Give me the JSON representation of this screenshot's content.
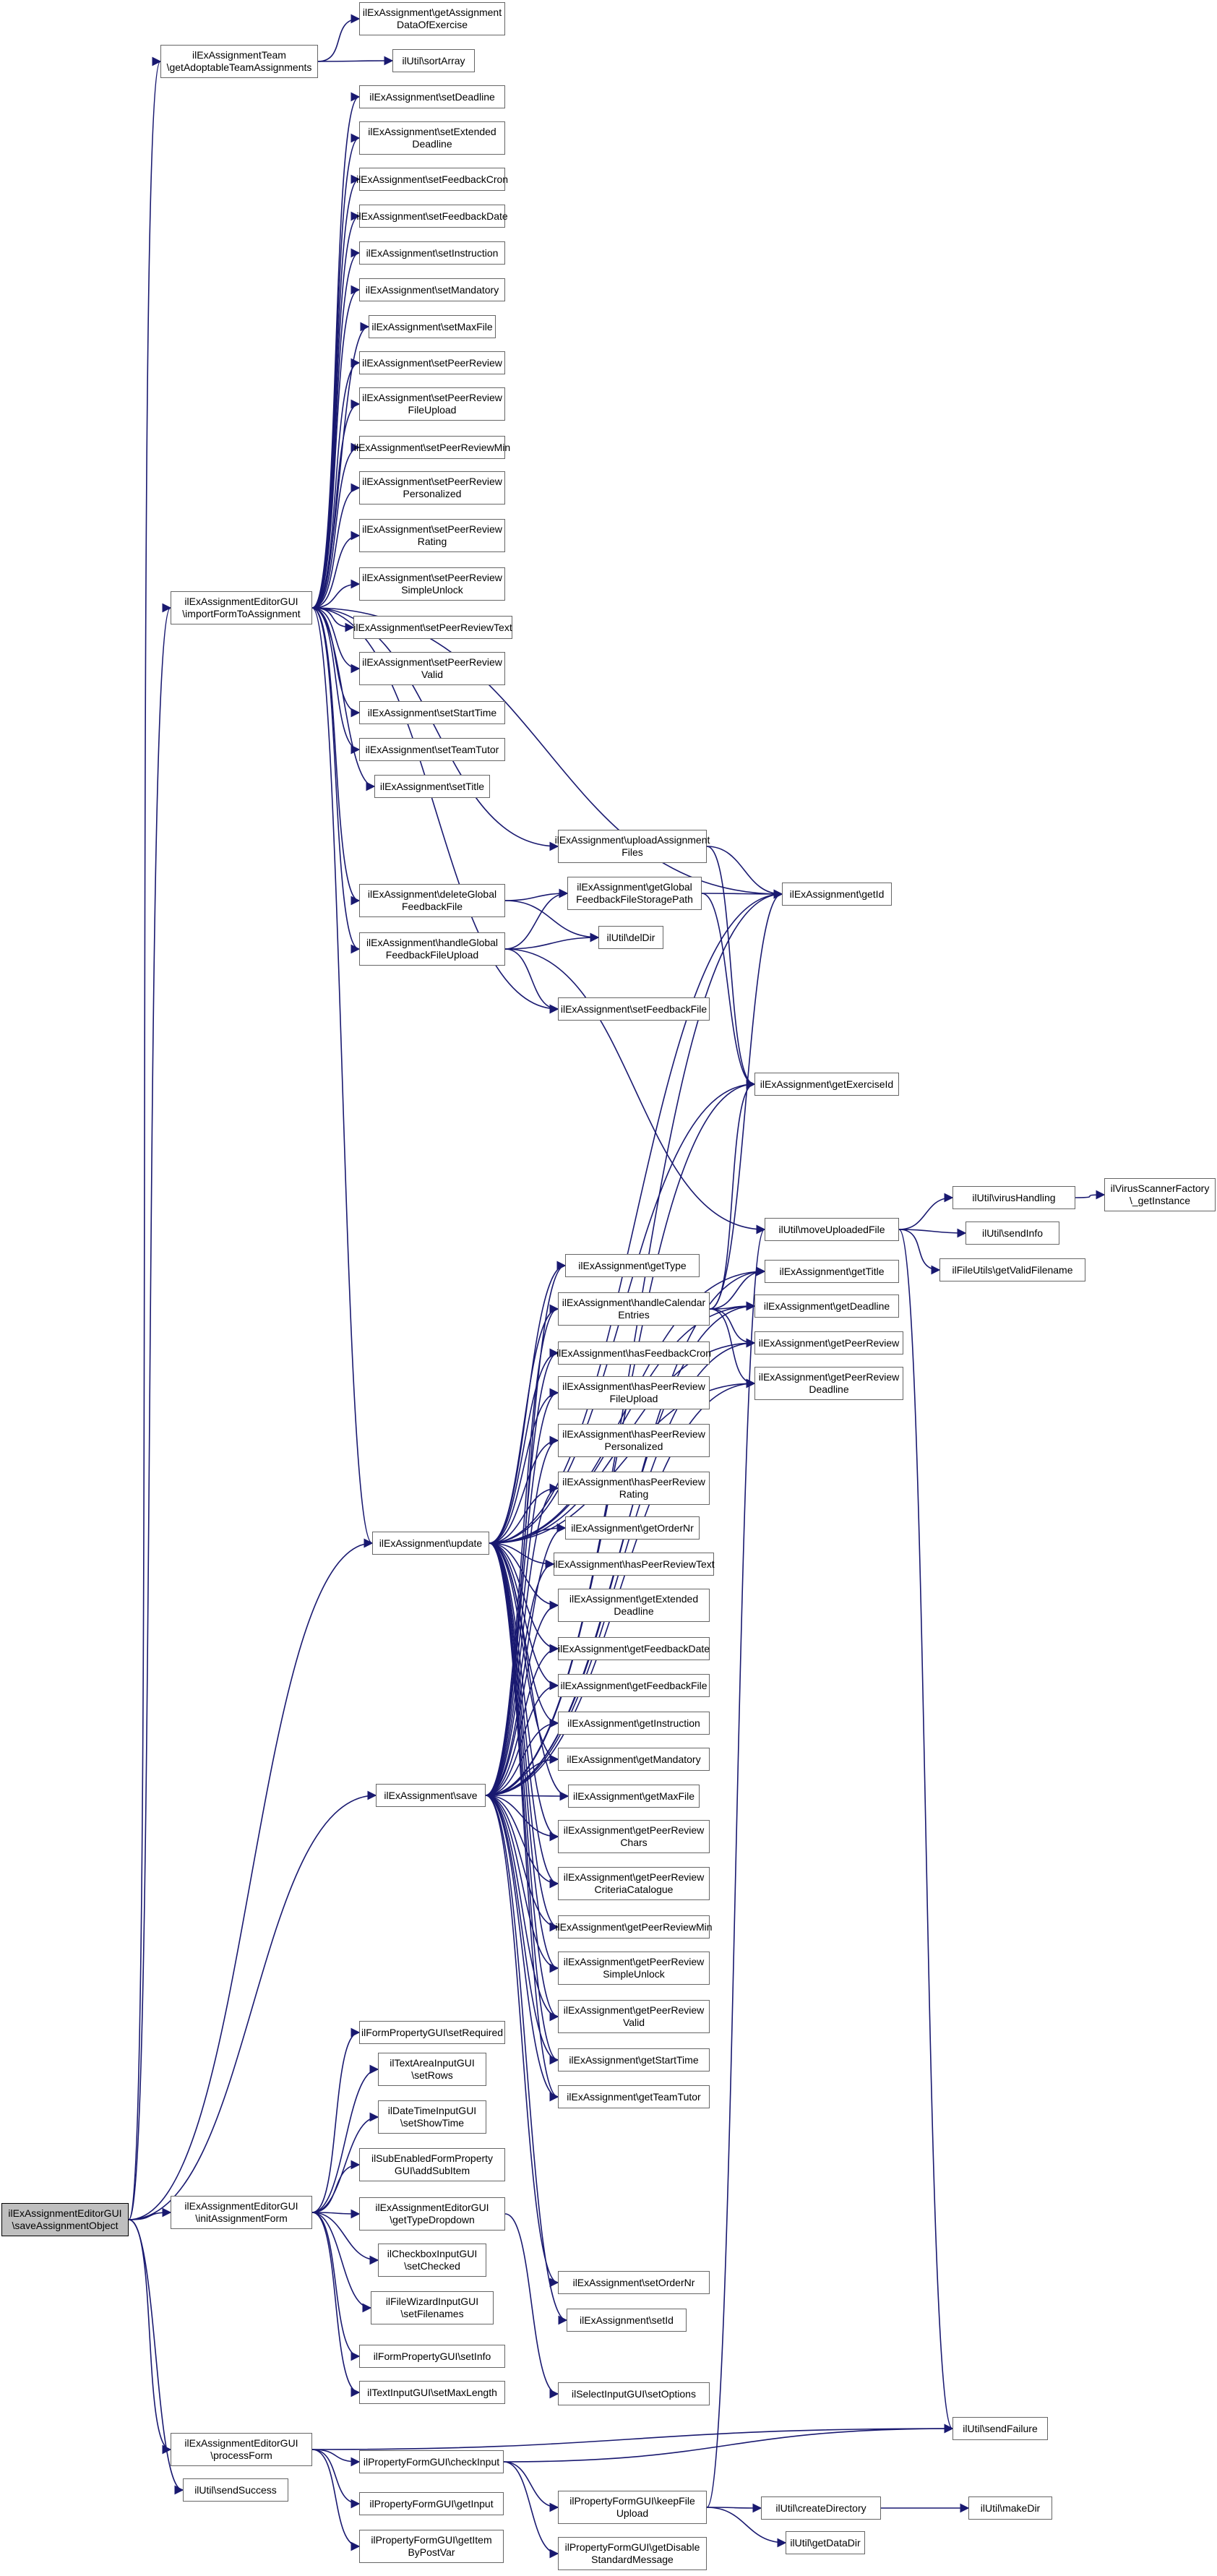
{
  "colors": {
    "edge": "#191970",
    "node_border": "#666666",
    "root_fill": "#bfbfbf",
    "node_fill": "#ffffff"
  },
  "nodes": {
    "root": [
      "ilExAssignmentEditorGUI",
      "\\saveAssignmentObject"
    ],
    "team_adoptable": [
      "ilExAssignmentTeam",
      "\\getAdoptableTeamAssignments"
    ],
    "get_assignment_data": [
      "ilExAssignment\\getAssignment",
      "DataOfExercise"
    ],
    "sort_array": [
      "ilUtil\\sortArray"
    ],
    "set_deadline": [
      "ilExAssignment\\setDeadline"
    ],
    "set_extended_deadline": [
      "ilExAssignment\\setExtended",
      "Deadline"
    ],
    "set_feedback_cron": [
      "ilExAssignment\\setFeedbackCron"
    ],
    "set_feedback_date": [
      "ilExAssignment\\setFeedbackDate"
    ],
    "set_instruction": [
      "ilExAssignment\\setInstruction"
    ],
    "set_mandatory": [
      "ilExAssignment\\setMandatory"
    ],
    "set_max_file": [
      "ilExAssignment\\setMaxFile"
    ],
    "set_peer_review": [
      "ilExAssignment\\setPeerReview"
    ],
    "set_pr_file_upload": [
      "ilExAssignment\\setPeerReview",
      "FileUpload"
    ],
    "set_pr_min": [
      "ilExAssignment\\setPeerReviewMin"
    ],
    "set_pr_personalized": [
      "ilExAssignment\\setPeerReview",
      "Personalized"
    ],
    "set_pr_rating": [
      "ilExAssignment\\setPeerReview",
      "Rating"
    ],
    "set_pr_simple_unlock": [
      "ilExAssignment\\setPeerReview",
      "SimpleUnlock"
    ],
    "set_pr_text": [
      "ilExAssignment\\setPeerReviewText"
    ],
    "set_pr_valid": [
      "ilExAssignment\\setPeerReview",
      "Valid"
    ],
    "set_start_time": [
      "ilExAssignment\\setStartTime"
    ],
    "set_team_tutor": [
      "ilExAssignment\\setTeamTutor"
    ],
    "set_title": [
      "ilExAssignment\\setTitle"
    ],
    "import_form": [
      "ilExAssignmentEditorGUI",
      "\\importFormToAssignment"
    ],
    "upload_assignment_files": [
      "ilExAssignment\\uploadAssignment",
      "Files"
    ],
    "get_id": [
      "ilExAssignment\\getId"
    ],
    "delete_global_feedback": [
      "ilExAssignment\\deleteGlobal",
      "FeedbackFile"
    ],
    "get_global_feedback_path": [
      "ilExAssignment\\getGlobal",
      "FeedbackFileStoragePath"
    ],
    "del_dir": [
      "ilUtil\\delDir"
    ],
    "handle_global_feedback": [
      "ilExAssignment\\handleGlobal",
      "FeedbackFileUpload"
    ],
    "set_feedback_file": [
      "ilExAssignment\\setFeedbackFile"
    ],
    "get_exercise_id": [
      "ilExAssignment\\getExerciseId"
    ],
    "virus_handling": [
      "ilUtil\\virusHandling"
    ],
    "virus_scanner": [
      "ilVirusScannerFactory",
      "\\_getInstance"
    ],
    "move_uploaded_file": [
      "ilUtil\\moveUploadedFile"
    ],
    "send_info": [
      "ilUtil\\sendInfo"
    ],
    "get_valid_filename": [
      "ilFileUtils\\getValidFilename"
    ],
    "get_type": [
      "ilExAssignment\\getType"
    ],
    "get_title": [
      "ilExAssignment\\getTitle"
    ],
    "handle_calendar": [
      "ilExAssignment\\handleCalendar",
      "Entries"
    ],
    "get_deadline": [
      "ilExAssignment\\getDeadline"
    ],
    "get_peer_review": [
      "ilExAssignment\\getPeerReview"
    ],
    "has_feedback_cron": [
      "ilExAssignment\\hasFeedbackCron"
    ],
    "get_pr_deadline": [
      "ilExAssignment\\getPeerReview",
      "Deadline"
    ],
    "has_pr_file_upload": [
      "ilExAssignment\\hasPeerReview",
      "FileUpload"
    ],
    "has_pr_personalized": [
      "ilExAssignment\\hasPeerReview",
      "Personalized"
    ],
    "has_pr_rating": [
      "ilExAssignment\\hasPeerReview",
      "Rating"
    ],
    "update": [
      "ilExAssignment\\update"
    ],
    "get_order_nr": [
      "ilExAssignment\\getOrderNr"
    ],
    "has_pr_text": [
      "ilExAssignment\\hasPeerReviewText"
    ],
    "get_extended_deadline": [
      "ilExAssignment\\getExtended",
      "Deadline"
    ],
    "get_feedback_date": [
      "ilExAssignment\\getFeedbackDate"
    ],
    "get_feedback_file": [
      "ilExAssignment\\getFeedbackFile"
    ],
    "get_instruction": [
      "ilExAssignment\\getInstruction"
    ],
    "get_mandatory": [
      "ilExAssignment\\getMandatory"
    ],
    "save": [
      "ilExAssignment\\save"
    ],
    "get_max_file": [
      "ilExAssignment\\getMaxFile"
    ],
    "get_pr_chars": [
      "ilExAssignment\\getPeerReview",
      "Chars"
    ],
    "get_pr_criteria": [
      "ilExAssignment\\getPeerReview",
      "CriteriaCatalogue"
    ],
    "get_pr_min": [
      "ilExAssignment\\getPeerReviewMin"
    ],
    "get_pr_simple_unlock": [
      "ilExAssignment\\getPeerReview",
      "SimpleUnlock"
    ],
    "get_pr_valid": [
      "ilExAssignment\\getPeerReview",
      "Valid"
    ],
    "get_start_time": [
      "ilExAssignment\\getStartTime"
    ],
    "get_team_tutor": [
      "ilExAssignment\\getTeamTutor"
    ],
    "form_set_required": [
      "ilFormPropertyGUI\\setRequired"
    ],
    "textarea_set_rows": [
      "ilTextAreaInputGUI",
      "\\setRows"
    ],
    "datetime_show_time": [
      "ilDateTimeInputGUI",
      "\\setShowTime"
    ],
    "sub_enabled_add": [
      "ilSubEnabledFormProperty",
      "GUI\\addSubItem"
    ],
    "init_form": [
      "ilExAssignmentEditorGUI",
      "\\initAssignmentForm"
    ],
    "get_type_dropdown": [
      "ilExAssignmentEditorGUI",
      "\\getTypeDropdown"
    ],
    "checkbox_set_checked": [
      "ilCheckboxInputGUI",
      "\\setChecked"
    ],
    "filewizard_set_filenames": [
      "ilFileWizardInputGUI",
      "\\setFilenames"
    ],
    "set_order_nr": [
      "ilExAssignment\\setOrderNr"
    ],
    "form_set_info": [
      "ilFormPropertyGUI\\setInfo"
    ],
    "set_id": [
      "ilExAssignment\\setId"
    ],
    "text_set_max_length": [
      "ilTextInputGUI\\setMaxLength"
    ],
    "select_set_options": [
      "ilSelectInputGUI\\setOptions"
    ],
    "process_form": [
      "ilExAssignmentEditorGUI",
      "\\processForm"
    ],
    "send_failure": [
      "ilUtil\\sendFailure"
    ],
    "check_input": [
      "ilPropertyFormGUI\\checkInput"
    ],
    "send_success": [
      "ilUtil\\sendSuccess"
    ],
    "get_input": [
      "ilPropertyFormGUI\\getInput"
    ],
    "keep_file_upload": [
      "ilPropertyFormGUI\\keepFile",
      "Upload"
    ],
    "create_directory": [
      "ilUtil\\createDirectory"
    ],
    "make_dir": [
      "ilUtil\\makeDir"
    ],
    "get_item_by_post_var": [
      "ilPropertyFormGUI\\getItem",
      "ByPostVar"
    ],
    "get_data_dir": [
      "ilUtil\\getDataDir"
    ],
    "get_disable_std_msg": [
      "ilPropertyFormGUI\\getDisable",
      "StandardMessage"
    ]
  }
}
